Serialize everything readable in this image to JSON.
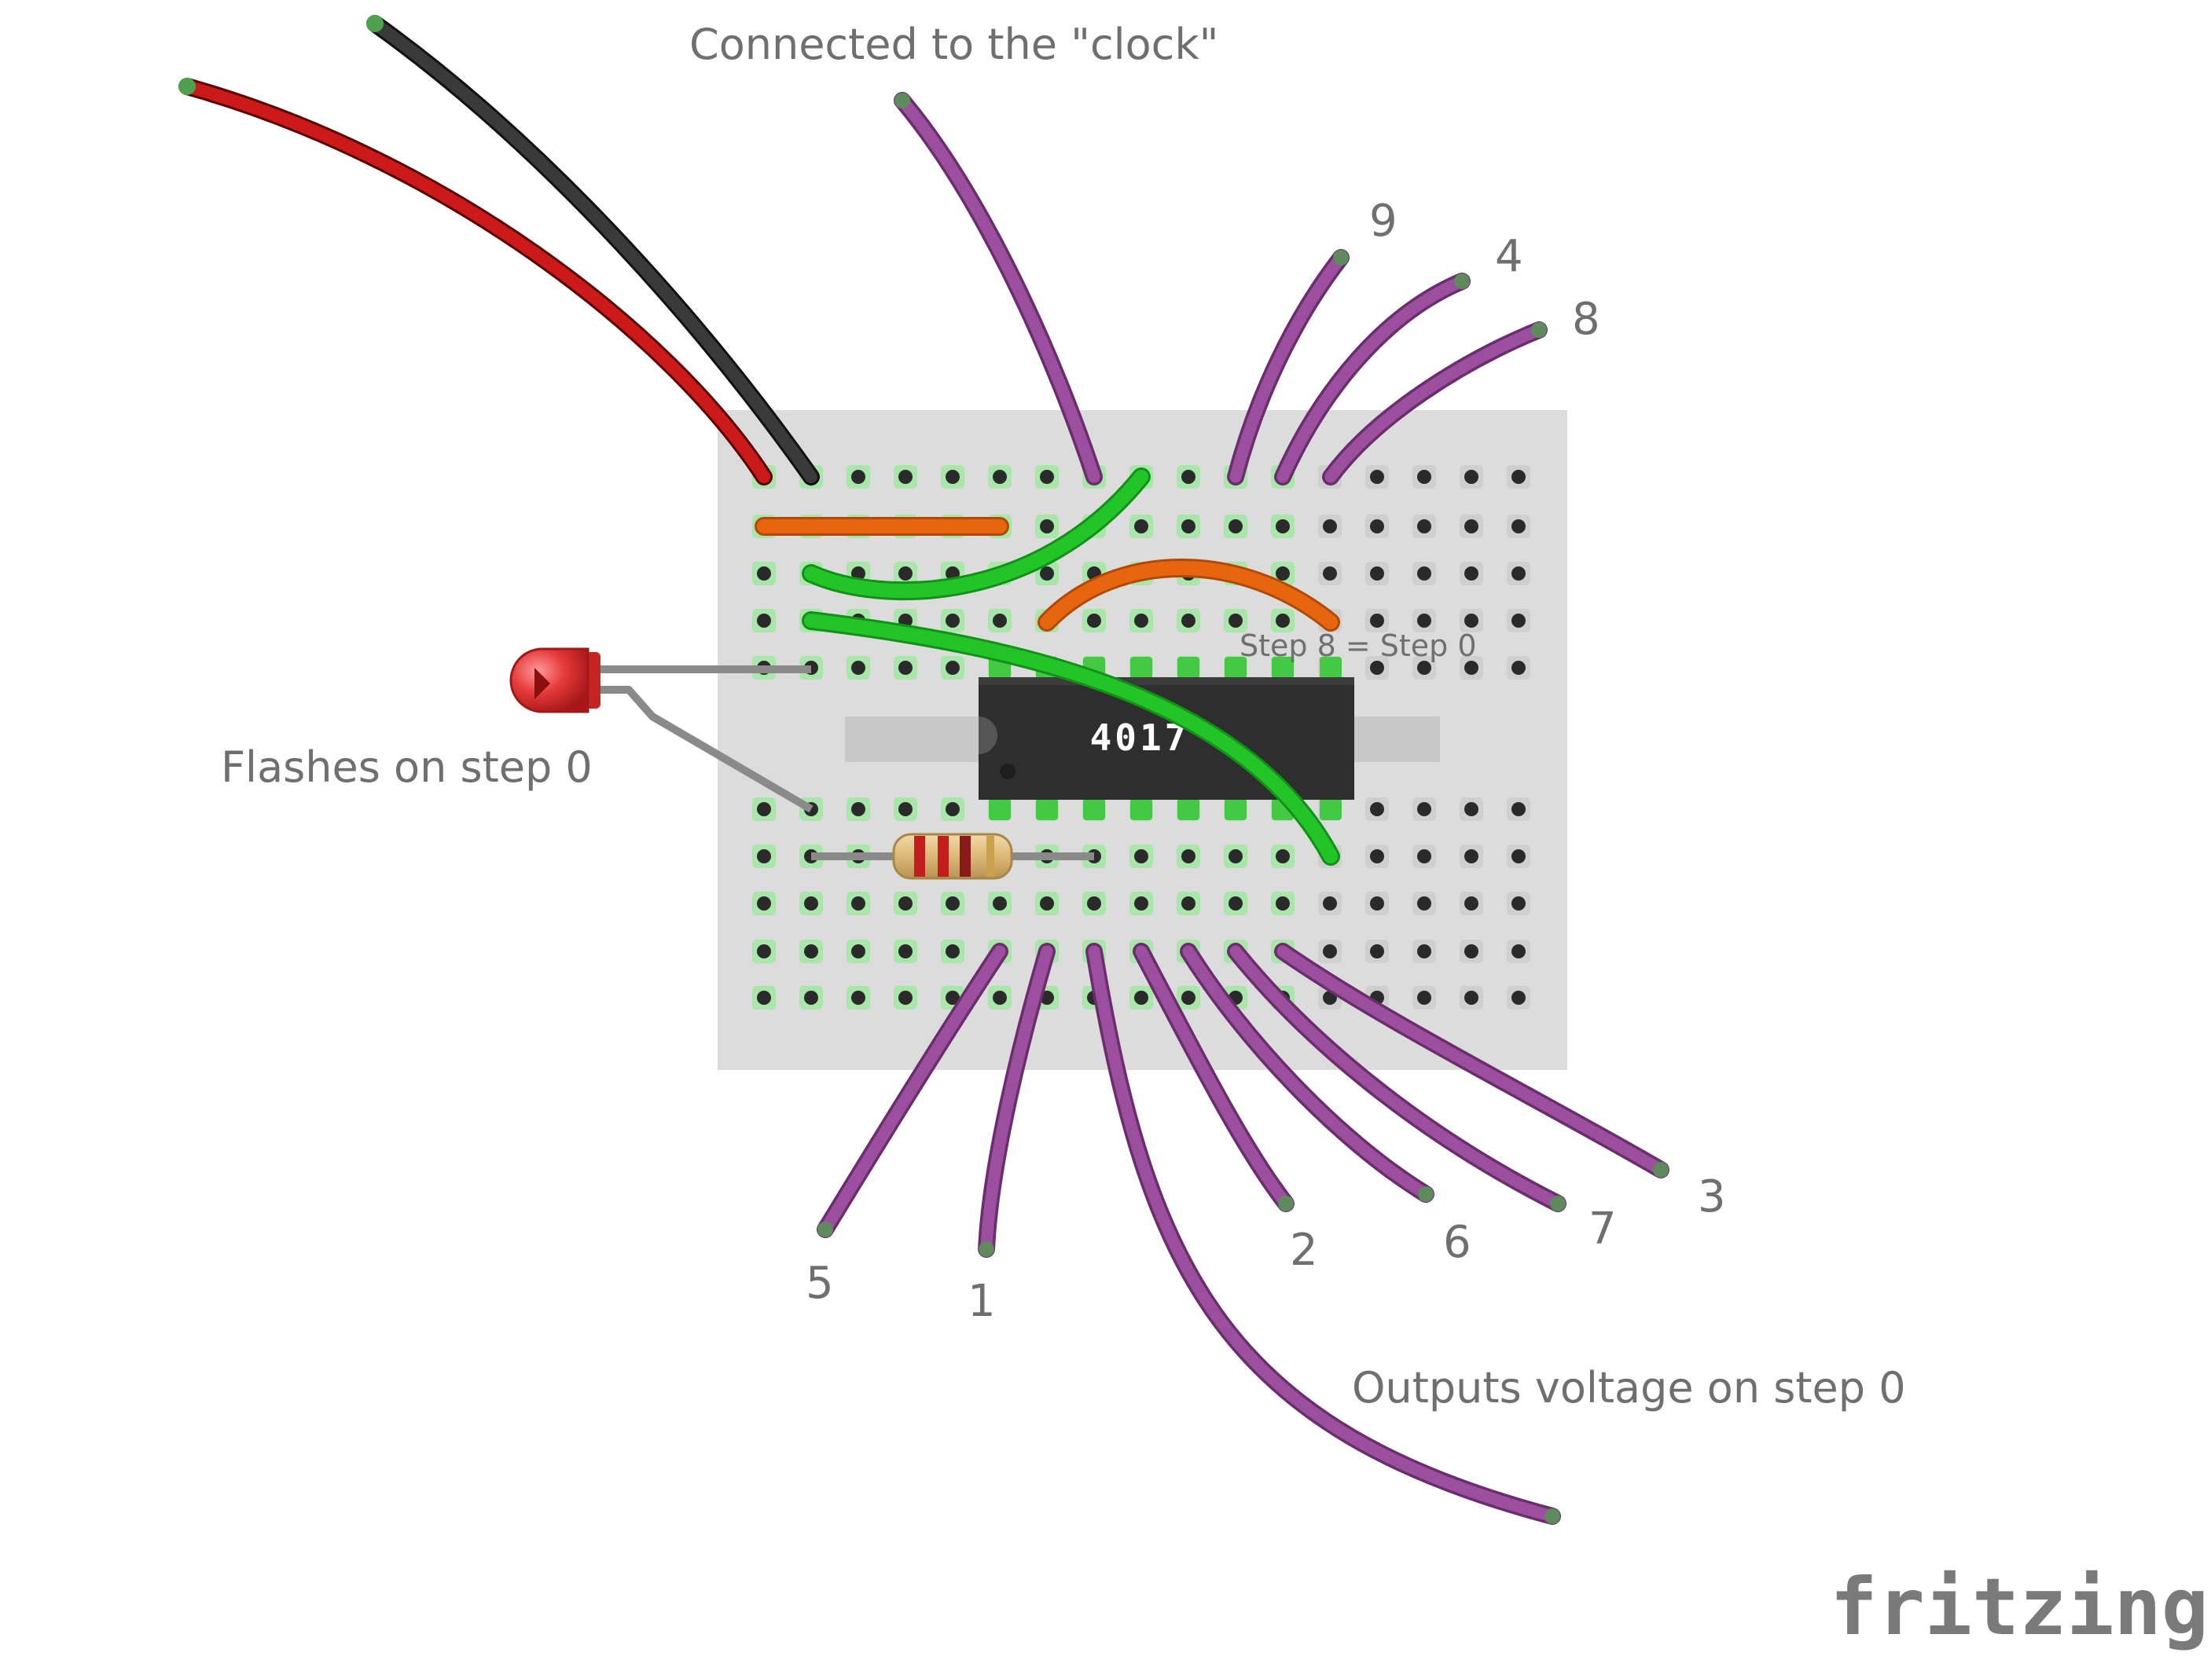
{
  "labels": {
    "clock": "Connected to the \"clock\"",
    "led": "Flashes on step 0",
    "step8": "Step 8 = Step 0",
    "outputs": "Outputs voltage on step 0"
  },
  "chip_label": "4017",
  "output_numbers": [
    "9",
    "4",
    "8",
    "5",
    "1",
    "2",
    "6",
    "7",
    "3"
  ],
  "brand": "fritzing",
  "colors": {
    "breadboard": "#dcdcdc",
    "purple_wire": "#9b4f9e",
    "green_wire": "#22c427",
    "orange_wire": "#e8650f",
    "red_wire": "#cc1a1a",
    "black_wire": "#2b2b2b",
    "chip": "#2e2e2e",
    "led": "#e53a3a",
    "text": "#6f6f6f"
  }
}
